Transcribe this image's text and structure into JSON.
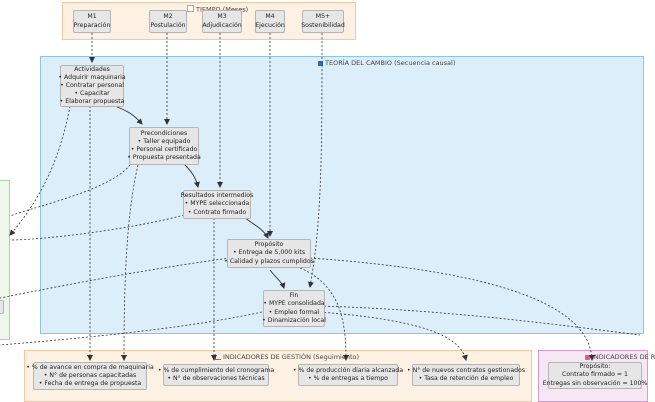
{
  "clusters": {
    "tiempo": {
      "label": "TIEMPO (Meses)"
    },
    "teoria": {
      "label": "TEORÍA DEL CAMBIO (Secuencia causal)"
    },
    "gestion": {
      "label": "INDICADORES DE GESTIÓN (Seguimiento)"
    },
    "resultado": {
      "label": "INDICADORES DE R"
    }
  },
  "months": [
    {
      "code": "M1",
      "name": "Preparación"
    },
    {
      "code": "M2",
      "name": "Postulación"
    },
    {
      "code": "M3",
      "name": "Adjudicación"
    },
    {
      "code": "M4",
      "name": "Ejecución"
    },
    {
      "code": "M5+",
      "name": "Sostenibilidad"
    }
  ],
  "nodes": {
    "actividades": {
      "title": "Actividades",
      "items": [
        "Adquirir maquinaria",
        "Contratar personal",
        "Capacitar",
        "Elaborar propuesta"
      ]
    },
    "precondiciones": {
      "title": "Precondiciones",
      "items": [
        "Taller equipado",
        "Personal certificado",
        "Propuesta presentada"
      ]
    },
    "intermedios": {
      "title": "Resultados intermedios",
      "items": [
        "MYPE seleccionada",
        "Contrato firmado"
      ]
    },
    "proposito": {
      "title": "Propósito",
      "items": [
        "Entrega de 5,000 kits",
        "Calidad y plazos cumplidos"
      ]
    },
    "fin": {
      "title": "Fin",
      "items": [
        "MYPE consolidada",
        "Empleo formal",
        "Dinamización local"
      ]
    }
  },
  "gestion_indicators": [
    {
      "items": [
        "% de avance en compra de maquinaria",
        "N° de personas capacitadas",
        "Fecha de entrega de propuesta"
      ]
    },
    {
      "items": [
        "% de cumplimiento del cronograma",
        "N° de observaciones técnicas"
      ]
    },
    {
      "items": [
        "% de producción diaria alcanzada",
        "% de entregas a tiempo"
      ]
    },
    {
      "items": [
        "N° de nuevos contratos gestionados",
        "Tasa de retención de empleo"
      ]
    }
  ],
  "resultado_indicator": {
    "title": "Propósito:",
    "lines": [
      "Contrato firmado = 1",
      "Entregas sin observación = 100%"
    ]
  },
  "colors": {
    "tiempo_bg": "#fdf1e3",
    "tiempo_border": "#f2c9a0",
    "teoria_bg": "#dbeefa",
    "teoria_border": "#8ec3ea",
    "gestion_bg": "#fdf1e3",
    "gestion_border": "#f2c9a0",
    "resultado_bg": "#f7e6f4",
    "resultado_border": "#d69ad0",
    "left_bg": "#eef8ea",
    "left_border": "#a8d79b",
    "node_bg": "#e6e6e6",
    "node_border": "#b5b5b5",
    "edge": "#333333"
  }
}
